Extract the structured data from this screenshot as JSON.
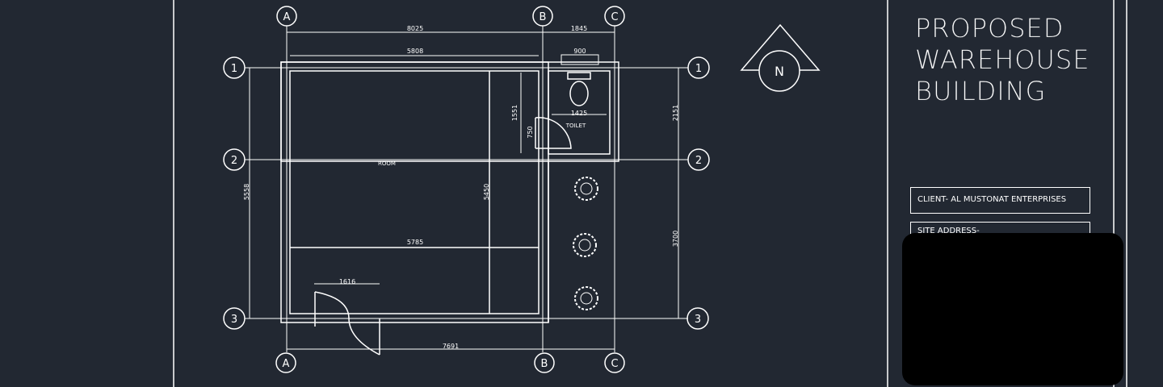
{
  "title_block": {
    "lines": [
      "PROPOSED",
      "WAREHOUSE",
      "BUILDING"
    ],
    "client": "CLIENT- AL MUSTONAT ENTERPRISES",
    "site_address": "SITE ADDRESS-"
  },
  "north_arrow": {
    "label": "N"
  },
  "grid": {
    "columns": [
      "A",
      "B",
      "C"
    ],
    "rows": [
      "1",
      "2",
      "3"
    ]
  },
  "dimensions": {
    "top_ab": "8025",
    "top_bc": "1845",
    "inner_top": "5808",
    "toilet_width": "900",
    "toilet_door": "1425",
    "toilet_height_left": "1551",
    "door_750": "750",
    "inner_vertical": "5450",
    "room_width": "5785",
    "door_width": "1616",
    "bottom_total": "7691",
    "left_total": "5558",
    "right_upper": "2151",
    "right_lower": "3700"
  },
  "room_labels": {
    "room": "ROOM",
    "toilet": "TOILET"
  },
  "colors": {
    "background": "#222832",
    "linework": "#ffffff",
    "overlay": "#000000"
  },
  "overlay": {
    "emoji": "😎"
  }
}
